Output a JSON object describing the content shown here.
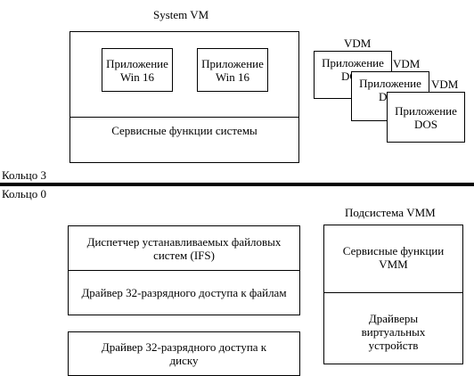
{
  "system_vm": {
    "title": "System VM",
    "app1": "Приложение Win 16",
    "app2": "Приложение Win 16",
    "services": "Сервисные функции системы"
  },
  "vdm": [
    {
      "label": "VDM",
      "app": "Приложение DOS"
    },
    {
      "label": "VDM",
      "app": "Приложение DOS"
    },
    {
      "label": "VDM",
      "app": "Приложение DOS"
    }
  ],
  "rings": {
    "ring3": "Кольцо 3",
    "ring0": "Кольцо 0"
  },
  "left_stack": {
    "ifs": "Диспетчер устанавливаемых файловых систем (IFS)",
    "file_driver": "Драйвер 32-разрядного доступа к файлам",
    "disk_driver": "Драйвер 32-разрядного доступа к диску"
  },
  "vmm": {
    "title": "Подсистема VMM",
    "services": "Сервисные функции VMM",
    "drivers": "Драйверы виртуальных устройств"
  }
}
